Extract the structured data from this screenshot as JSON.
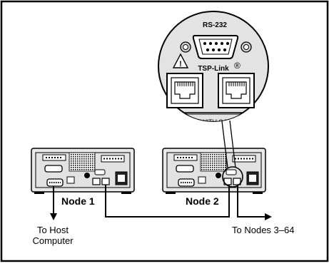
{
  "zoom": {
    "connector_label": "RS-232",
    "tsp_link_label": "TSP-Link",
    "registered_mark": "®",
    "warning_symbol": "!",
    "fuse_text": "E FUSE WITH SAME TY"
  },
  "nodes": [
    {
      "label": "Node 1"
    },
    {
      "label": "Node 2"
    }
  ],
  "callouts": {
    "host": [
      "To Host",
      "Computer"
    ],
    "nodes_target": "To Nodes 3–64"
  },
  "colors": {
    "ink": "#000000",
    "panel_fill": "#e6e6e6",
    "zoom_fill": "#e3e3e3",
    "port_fill": "#ffffff",
    "paper": "#ffffff"
  }
}
